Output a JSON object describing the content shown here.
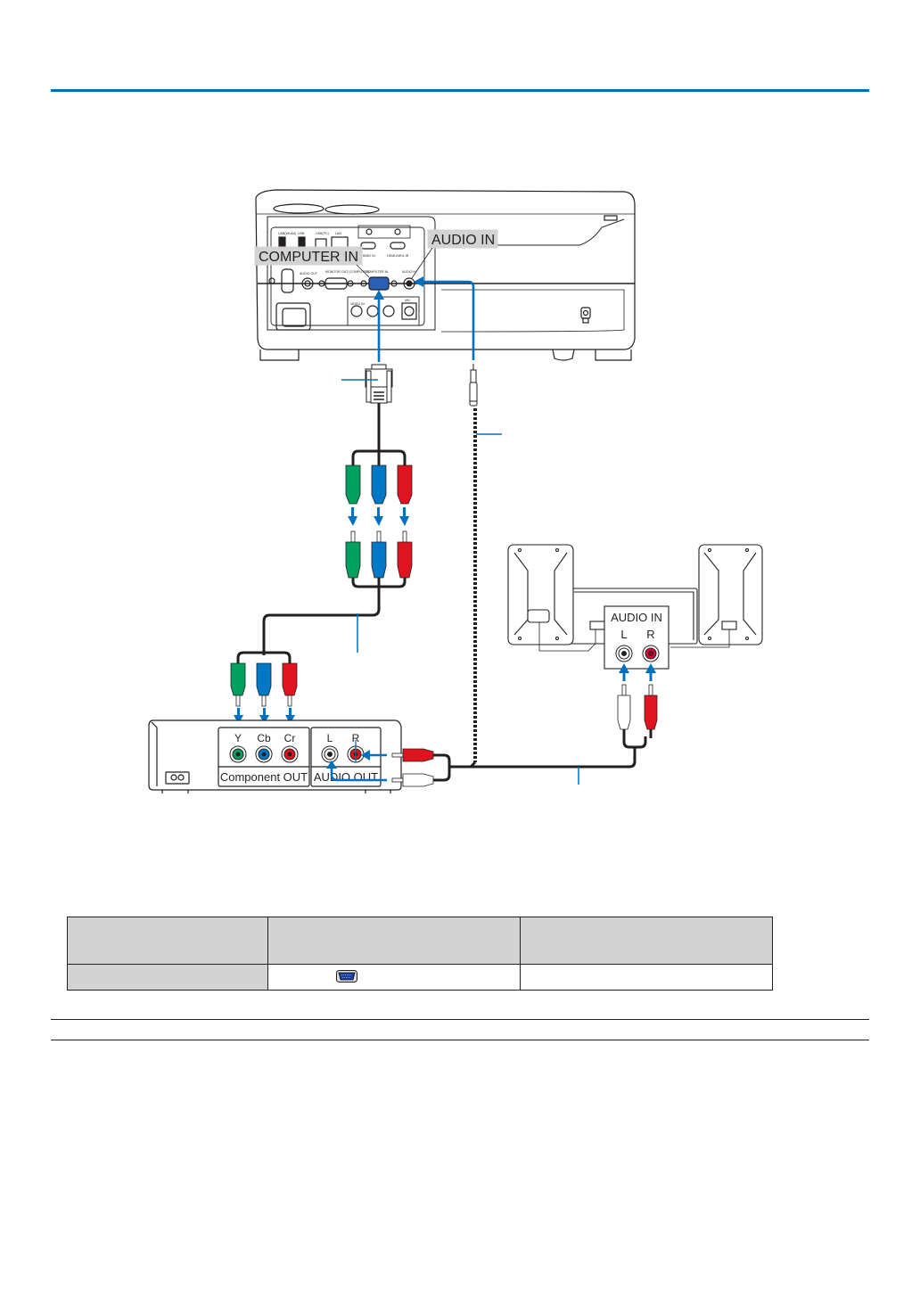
{
  "page": {
    "accent_color": "#0070b0"
  },
  "diagram": {
    "projector": {
      "callouts": {
        "computer_in": "COMPUTER IN",
        "audio_in": "AUDIO IN"
      },
      "port_labels": {
        "usb_wlan": "USB(WLAN)",
        "usb": "USB",
        "usb_pc": "USB(PC)",
        "lan": "LAN",
        "hdmi2_in": "HDMI2 IN",
        "hdmi1_mhl_in": "HDMI1/MHL IN",
        "audio_out": "AUDIO OUT",
        "monitor_out": "MONITOR OUT (COMPUTER)",
        "computer_in_small": "COMPUTER IN",
        "audio_in_small": "AUDIO IN",
        "video_in": "VIDEO IN",
        "mic": "MIC"
      }
    },
    "av_device": {
      "component_labels": [
        "Y",
        "Cb",
        "Cr"
      ],
      "component_group": "Component OUT",
      "audio_labels": [
        "L",
        "R"
      ],
      "audio_group": "AUDIO OUT"
    },
    "speakers": {
      "panel_title": "AUDIO IN",
      "channel_labels": [
        "L",
        "R"
      ]
    },
    "colors": {
      "arrow": "#0070c0",
      "rca_green": "#00a060",
      "rca_blue": "#0078c8",
      "rca_red": "#e0141e",
      "cable": "#231f20"
    }
  },
  "table": {
    "header": [
      "",
      "",
      ""
    ],
    "rows": [
      {
        "cells": [
          "",
          "",
          ""
        ],
        "icon": "vga-port-icon"
      }
    ]
  }
}
